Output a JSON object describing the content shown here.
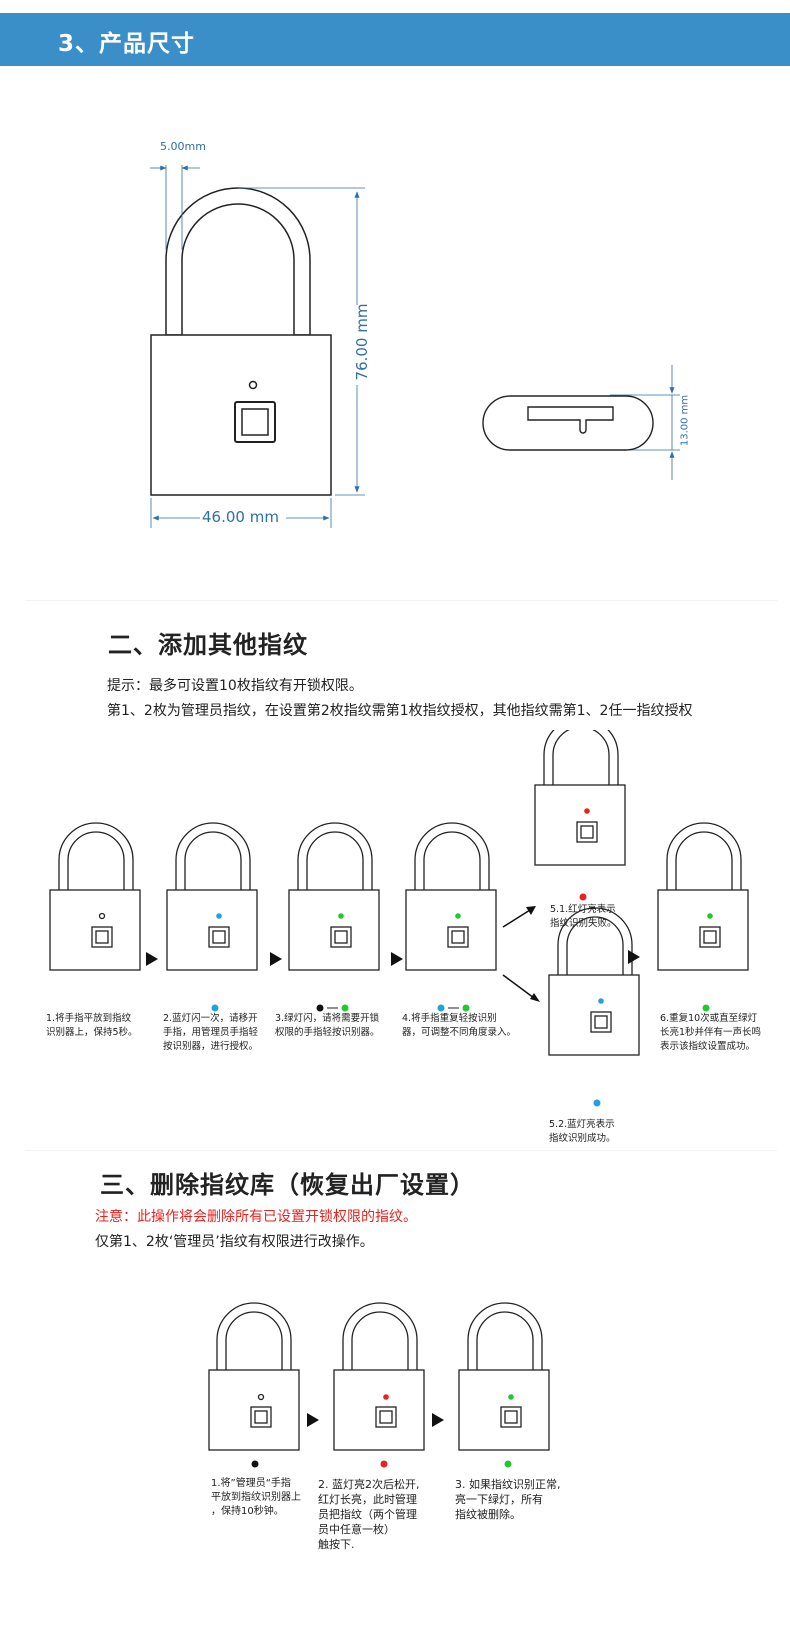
{
  "header": {
    "title": "3、产品尺寸"
  },
  "dimensions": {
    "shackle_width": "5.00mm",
    "height": "76.00 mm",
    "width": "46.00 mm",
    "thickness": "13.00 mm"
  },
  "section2": {
    "title": "二、添加其他指纹",
    "tip": "提示：最多可设置10枚指纹有开锁权限。",
    "note": "第1、2枚为管理员指纹，在设置第2枚指纹需第1枚指纹授权，其他指纹需第1、2任一指纹授权",
    "steps": [
      "1.将手指平放到指纹\n识别器上，保持5秒。",
      "2.蓝灯闪一次，请移开\n手指，用管理员手指轻\n按识别器，进行授权。",
      "3.绿灯闪，请将需要开锁\n权限的手指轻按识别器。",
      "4.将手指重复轻按识别\n器，可调整不同角度录入。",
      "5.1.红灯亮表示\n指纹识别失败。",
      "5.2.蓝灯亮表示\n指纹识别成功。",
      "6.重复10次或直至绿灯\n长亮1秒并伴有一声长鸣\n表示该指纹设置成功。"
    ]
  },
  "section3": {
    "title": "三、删除指纹库（恢复出厂设置）",
    "warning": "注意：此操作将会删除所有已设置开锁权限的指纹。",
    "note": "仅第1、2枚‘管理员’指纹有权限进行改操作。",
    "steps": [
      "1.将”管理员“手指\n平放到指纹识别器上\n，保持10秒钟。",
      "2. 蓝灯亮2次后松开,\n红灯长亮，此时管理\n员把指纹（两个管理\n员中任意一枚）\n触按下.",
      "3. 如果指纹识别正常,\n亮一下绿灯，所有\n指纹被删除。"
    ]
  },
  "colors": {
    "header": "#3a8fc9",
    "dimension": "#2d6fa8",
    "led_red": "#e8231f",
    "led_blue": "#1fa3dc",
    "led_green": "#22c832",
    "led_black": "#111111"
  }
}
